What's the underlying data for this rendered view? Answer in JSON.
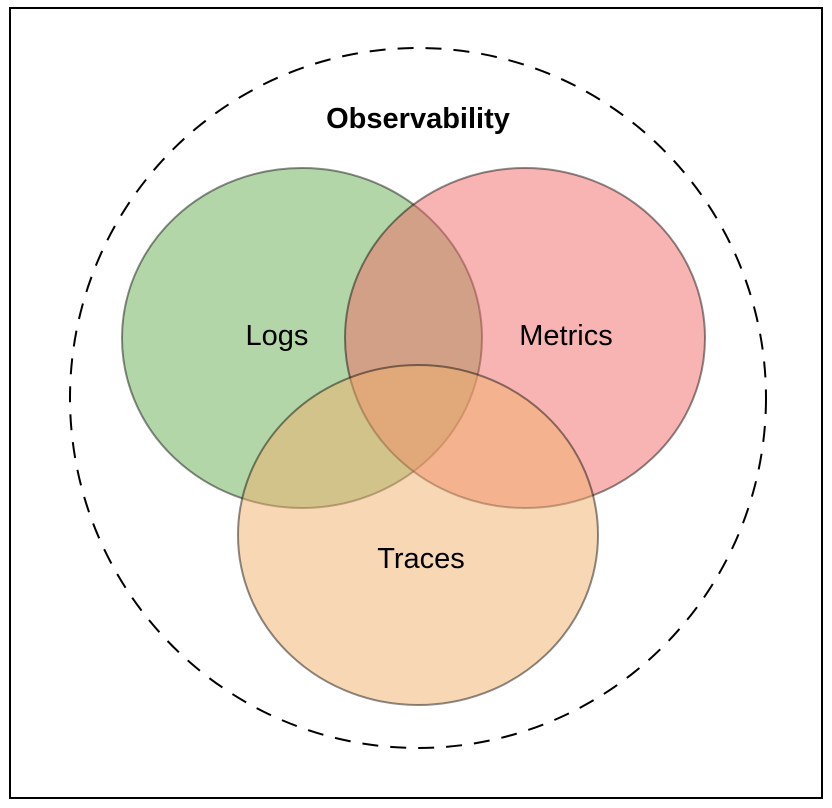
{
  "diagram": {
    "title": "Observability",
    "sets": [
      {
        "label": "Logs",
        "color": "#67ad51"
      },
      {
        "label": "Metrics",
        "color": "#ef6965"
      },
      {
        "label": "Traces",
        "color": "#f1af6b"
      }
    ]
  }
}
